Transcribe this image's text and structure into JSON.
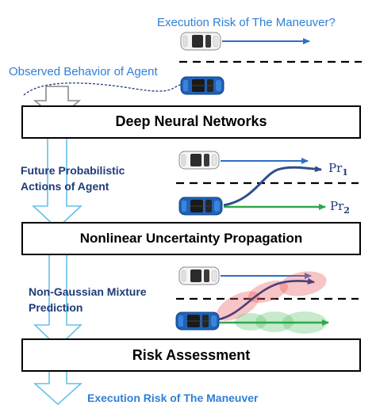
{
  "labels": {
    "execution_risk_question": "Execution Risk of The Maneuver?",
    "observed_behavior": "Observed Behavior of Agent",
    "future_actions_line1": "Future Probabilistic",
    "future_actions_line2": "Actions of Agent",
    "non_gaussian_line1": "Non-Gaussian Mixture",
    "non_gaussian_line2": "Prediction",
    "execution_risk_final": "Execution Risk of The Maneuver"
  },
  "boxes": {
    "dnn": "Deep Neural Networks",
    "nup": "Nonlinear Uncertainty Propagation",
    "risk": "Risk Assessment"
  },
  "probabilities": {
    "pr1_base": "Pr",
    "pr1_sub": "1",
    "pr2_base": "Pr",
    "pr2_sub": "2"
  },
  "colors": {
    "blue_text": "#2f7fd6",
    "navy_text": "#1f3b7a",
    "trajectory_blue": "#2e5fa8",
    "trajectory_green": "#2ea84a",
    "uncertainty_red": "#e85a5a",
    "uncertainty_green": "#5cc46a",
    "flow_arrow_outline": "#66c2e8"
  },
  "icons": {
    "white_car": "white-car-icon",
    "blue_car": "blue-car-icon"
  }
}
